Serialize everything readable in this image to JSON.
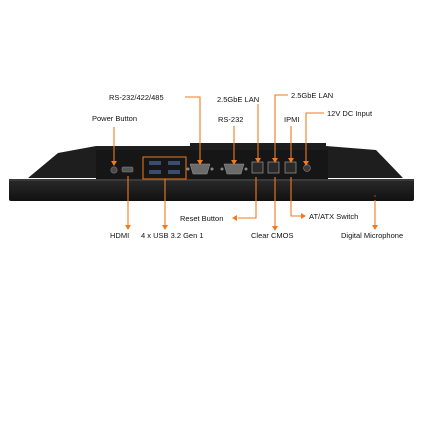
{
  "accent_color": "#f07a1e",
  "device_color": "#1c1c1c",
  "labels": {
    "rs232_422_485": "RS-232/422/485",
    "lan1": "2.5GbE LAN",
    "lan2": "2.5GbE LAN",
    "power_button": "Power Button",
    "rs232": "RS-232",
    "ipmi": "IPMI",
    "dc_input": "12V DC Input",
    "reset_button": "Reset Button",
    "atx_switch": "AT/ATX Switch",
    "hdmi": "HDMI",
    "usb": "4 x USB 3.2 Gen 1",
    "clear_cmos": "Clear CMOS",
    "microphone": "Digital Microphone"
  }
}
